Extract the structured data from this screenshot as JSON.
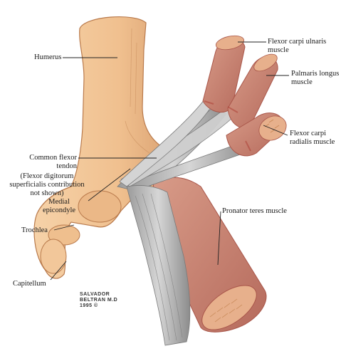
{
  "colors": {
    "bone": "#f2c79a",
    "bone_shade": "#d9a070",
    "bone_outline": "#b97a4c",
    "muscle": "#c98a7a",
    "muscle_dark": "#a9564a",
    "muscle_tip": "#e7b08c",
    "tendon": "#bfbfbf",
    "tendon_dark": "#7a7a7a",
    "leader": "#222222"
  },
  "labels": {
    "humerus": "Humerus",
    "fcu": [
      "Flexor carpi ulnaris",
      "muscle"
    ],
    "palmaris": [
      "Palmaris longus",
      "muscle"
    ],
    "fcr": [
      "Flexor carpi",
      "radialis muscle"
    ],
    "common_flexor": [
      "Common flexor",
      "tendon"
    ],
    "note": [
      "(Flexor digitorum",
      "superficialis contribution",
      "not shown)"
    ],
    "medial_epicondyle": [
      "Medial",
      "epicondyle"
    ],
    "pronator": "Pronator teres muscle",
    "trochlea": "Trochlea",
    "capitellum": "Capitellum"
  },
  "signature": [
    "SALVADOR",
    "BELTRAN M.D",
    "1995 ©"
  ]
}
